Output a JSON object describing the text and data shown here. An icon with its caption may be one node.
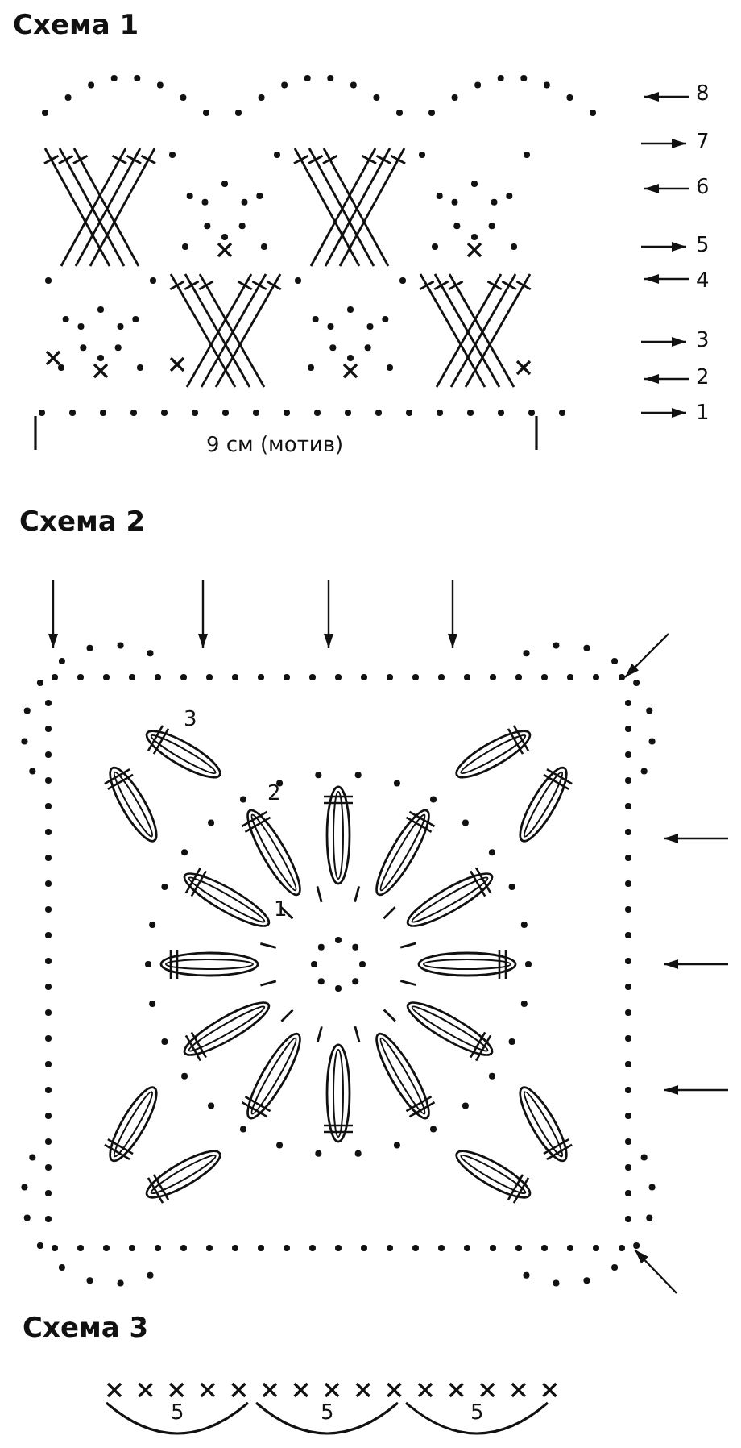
{
  "diagram": {
    "labels": [
      "Схема 1",
      "8",
      "7",
      "6",
      "5",
      "4",
      "3",
      "2",
      "1",
      "9 см (мотив)",
      "Схема 2",
      "3",
      "2",
      "1",
      "Схема 3",
      "5",
      "5",
      "5"
    ]
  }
}
